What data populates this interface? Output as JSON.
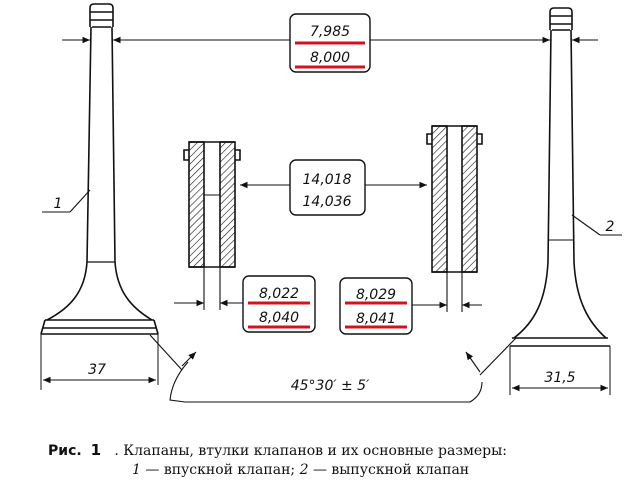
{
  "dimensions": {
    "stem_top": "7,985",
    "stem_bottom": "8,000",
    "guide_outer_top": "14,018",
    "guide_outer_bottom": "14,036",
    "guide_left_top": "8,022",
    "guide_left_bottom": "8,040",
    "guide_right_top": "8,029",
    "guide_right_bottom": "8,041",
    "head_left": "37",
    "head_right": "31,5",
    "seat_angle": "45°30′ ± 5′"
  },
  "callouts": {
    "intake": "1",
    "exhaust": "2"
  },
  "caption": {
    "prefix": "Рис.",
    "number": "1",
    "title": ". Клапаны, втулки клапанов и их основные размеры:",
    "item1_num": "1",
    "item1_text": "— впускной клапан;",
    "item2_num": "2",
    "item2_text": "— выпускной клапан"
  },
  "colors": {
    "ink": "#111111",
    "highlight": "#d0141c"
  }
}
